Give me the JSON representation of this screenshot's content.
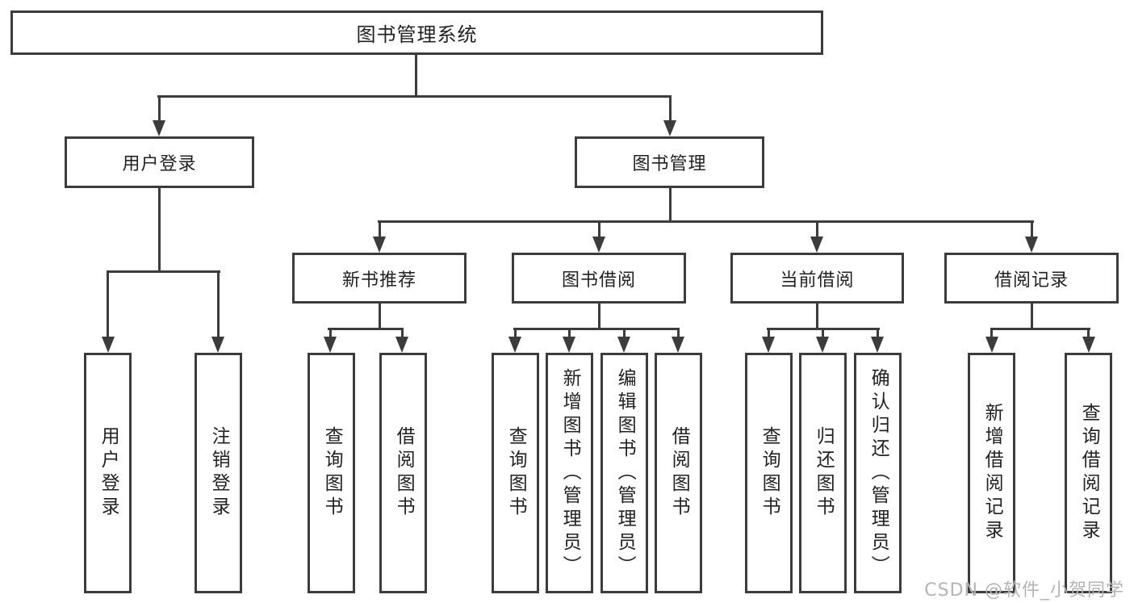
{
  "diagram_type": "tree",
  "title": "图书管理系统",
  "nodes": {
    "root": {
      "label": "图书管理系统"
    },
    "level2": [
      {
        "id": "user-login",
        "label": "用户登录",
        "parent": "root"
      },
      {
        "id": "book-management",
        "label": "图书管理",
        "parent": "root"
      }
    ],
    "level3": [
      {
        "id": "new-book-recommend",
        "label": "新书推荐",
        "parent": "book-management"
      },
      {
        "id": "book-borrowing",
        "label": "图书借阅",
        "parent": "book-management"
      },
      {
        "id": "current-borrowing",
        "label": "当前借阅",
        "parent": "book-management"
      },
      {
        "id": "borrowing-records",
        "label": "借阅记录",
        "parent": "book-management"
      }
    ],
    "leaves": [
      {
        "label": "用户登录",
        "parent": "user-login"
      },
      {
        "label": "注销登录",
        "parent": "user-login"
      },
      {
        "label": "查询图书",
        "parent": "new-book-recommend"
      },
      {
        "label": "借阅图书",
        "parent": "new-book-recommend"
      },
      {
        "label": "查询图书",
        "parent": "book-borrowing"
      },
      {
        "label": "新增图书（管理员）",
        "parent": "book-borrowing"
      },
      {
        "label": "编辑图书（管理员）",
        "parent": "book-borrowing"
      },
      {
        "label": "借阅图书",
        "parent": "book-borrowing"
      },
      {
        "label": "查询图书",
        "parent": "current-borrowing"
      },
      {
        "label": "归还图书",
        "parent": "current-borrowing"
      },
      {
        "label": "确认归还（管理员）",
        "parent": "current-borrowing"
      },
      {
        "label": "新增借阅记录",
        "parent": "borrowing-records"
      },
      {
        "label": "查询借阅记录",
        "parent": "borrowing-records"
      }
    ]
  },
  "watermark": "CSDN @软件_小贺同学",
  "colors": {
    "line": "#3c3c3c",
    "text": "#222222",
    "background": "#ffffff",
    "watermark": "#b4b4b4"
  }
}
